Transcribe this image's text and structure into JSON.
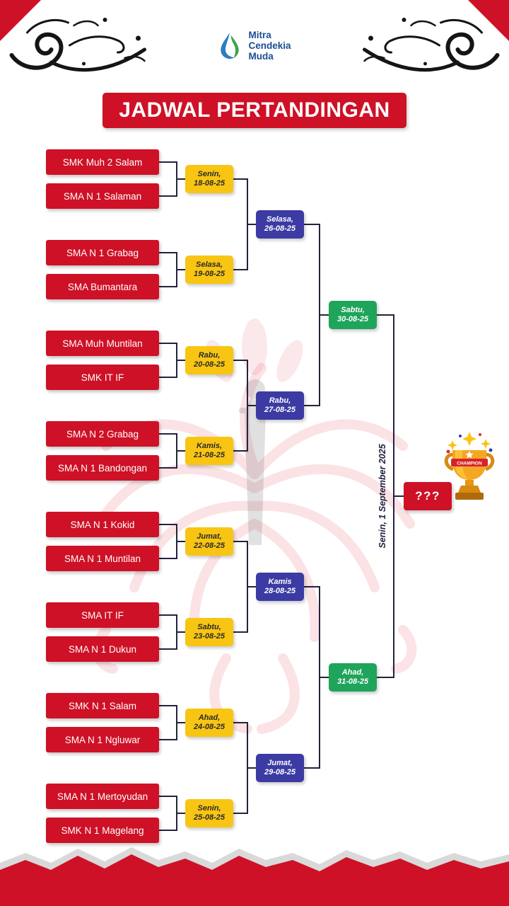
{
  "colors": {
    "red": "#CE1126",
    "yellow": "#F9C513",
    "blue": "#3B3BA3",
    "green": "#1FA45B",
    "line": "#23233F",
    "navy": "#1A4E94"
  },
  "logo": {
    "line1": "Mitra",
    "line2": "Cendekia",
    "line3": "Muda"
  },
  "title": "JADWAL PERTANDINGAN",
  "bracket": {
    "teams": [
      "SMK Muh 2 Salam",
      "SMA N 1 Salaman",
      "SMA N 1 Grabag",
      "SMA Bumantara",
      "SMA Muh Muntilan",
      "SMK IT IF",
      "SMA N 2 Grabag",
      "SMA N 1 Bandongan",
      "SMA N 1 Kokid",
      "SMA N 1 Muntilan",
      "SMA IT IF",
      "SMA N 1 Dukun",
      "SMK N 1 Salam",
      "SMA N 1 Ngluwar",
      "SMA N 1 Mertoyudan",
      "SMK N 1 Magelang"
    ],
    "round1": [
      {
        "day": "Senin,",
        "date": "18-08-25"
      },
      {
        "day": "Selasa,",
        "date": "19-08-25"
      },
      {
        "day": "Rabu,",
        "date": "20-08-25"
      },
      {
        "day": "Kamis,",
        "date": "21-08-25"
      },
      {
        "day": "Jumat,",
        "date": "22-08-25"
      },
      {
        "day": "Sabtu,",
        "date": "23-08-25"
      },
      {
        "day": "Ahad,",
        "date": "24-08-25"
      },
      {
        "day": "Senin,",
        "date": "25-08-25"
      }
    ],
    "round2": [
      {
        "day": "Selasa,",
        "date": "26-08-25"
      },
      {
        "day": "Rabu,",
        "date": "27-08-25"
      },
      {
        "day": "Kamis",
        "date": "28-08-25"
      },
      {
        "day": "Jumat,",
        "date": "29-08-25"
      }
    ],
    "semifinal": [
      {
        "day": "Sabtu,",
        "date": "30-08-25"
      },
      {
        "day": "Ahad,",
        "date": "31-08-25"
      }
    ],
    "final": {
      "winner_placeholder": "???",
      "date": "Senin, 1 September 2025"
    }
  }
}
